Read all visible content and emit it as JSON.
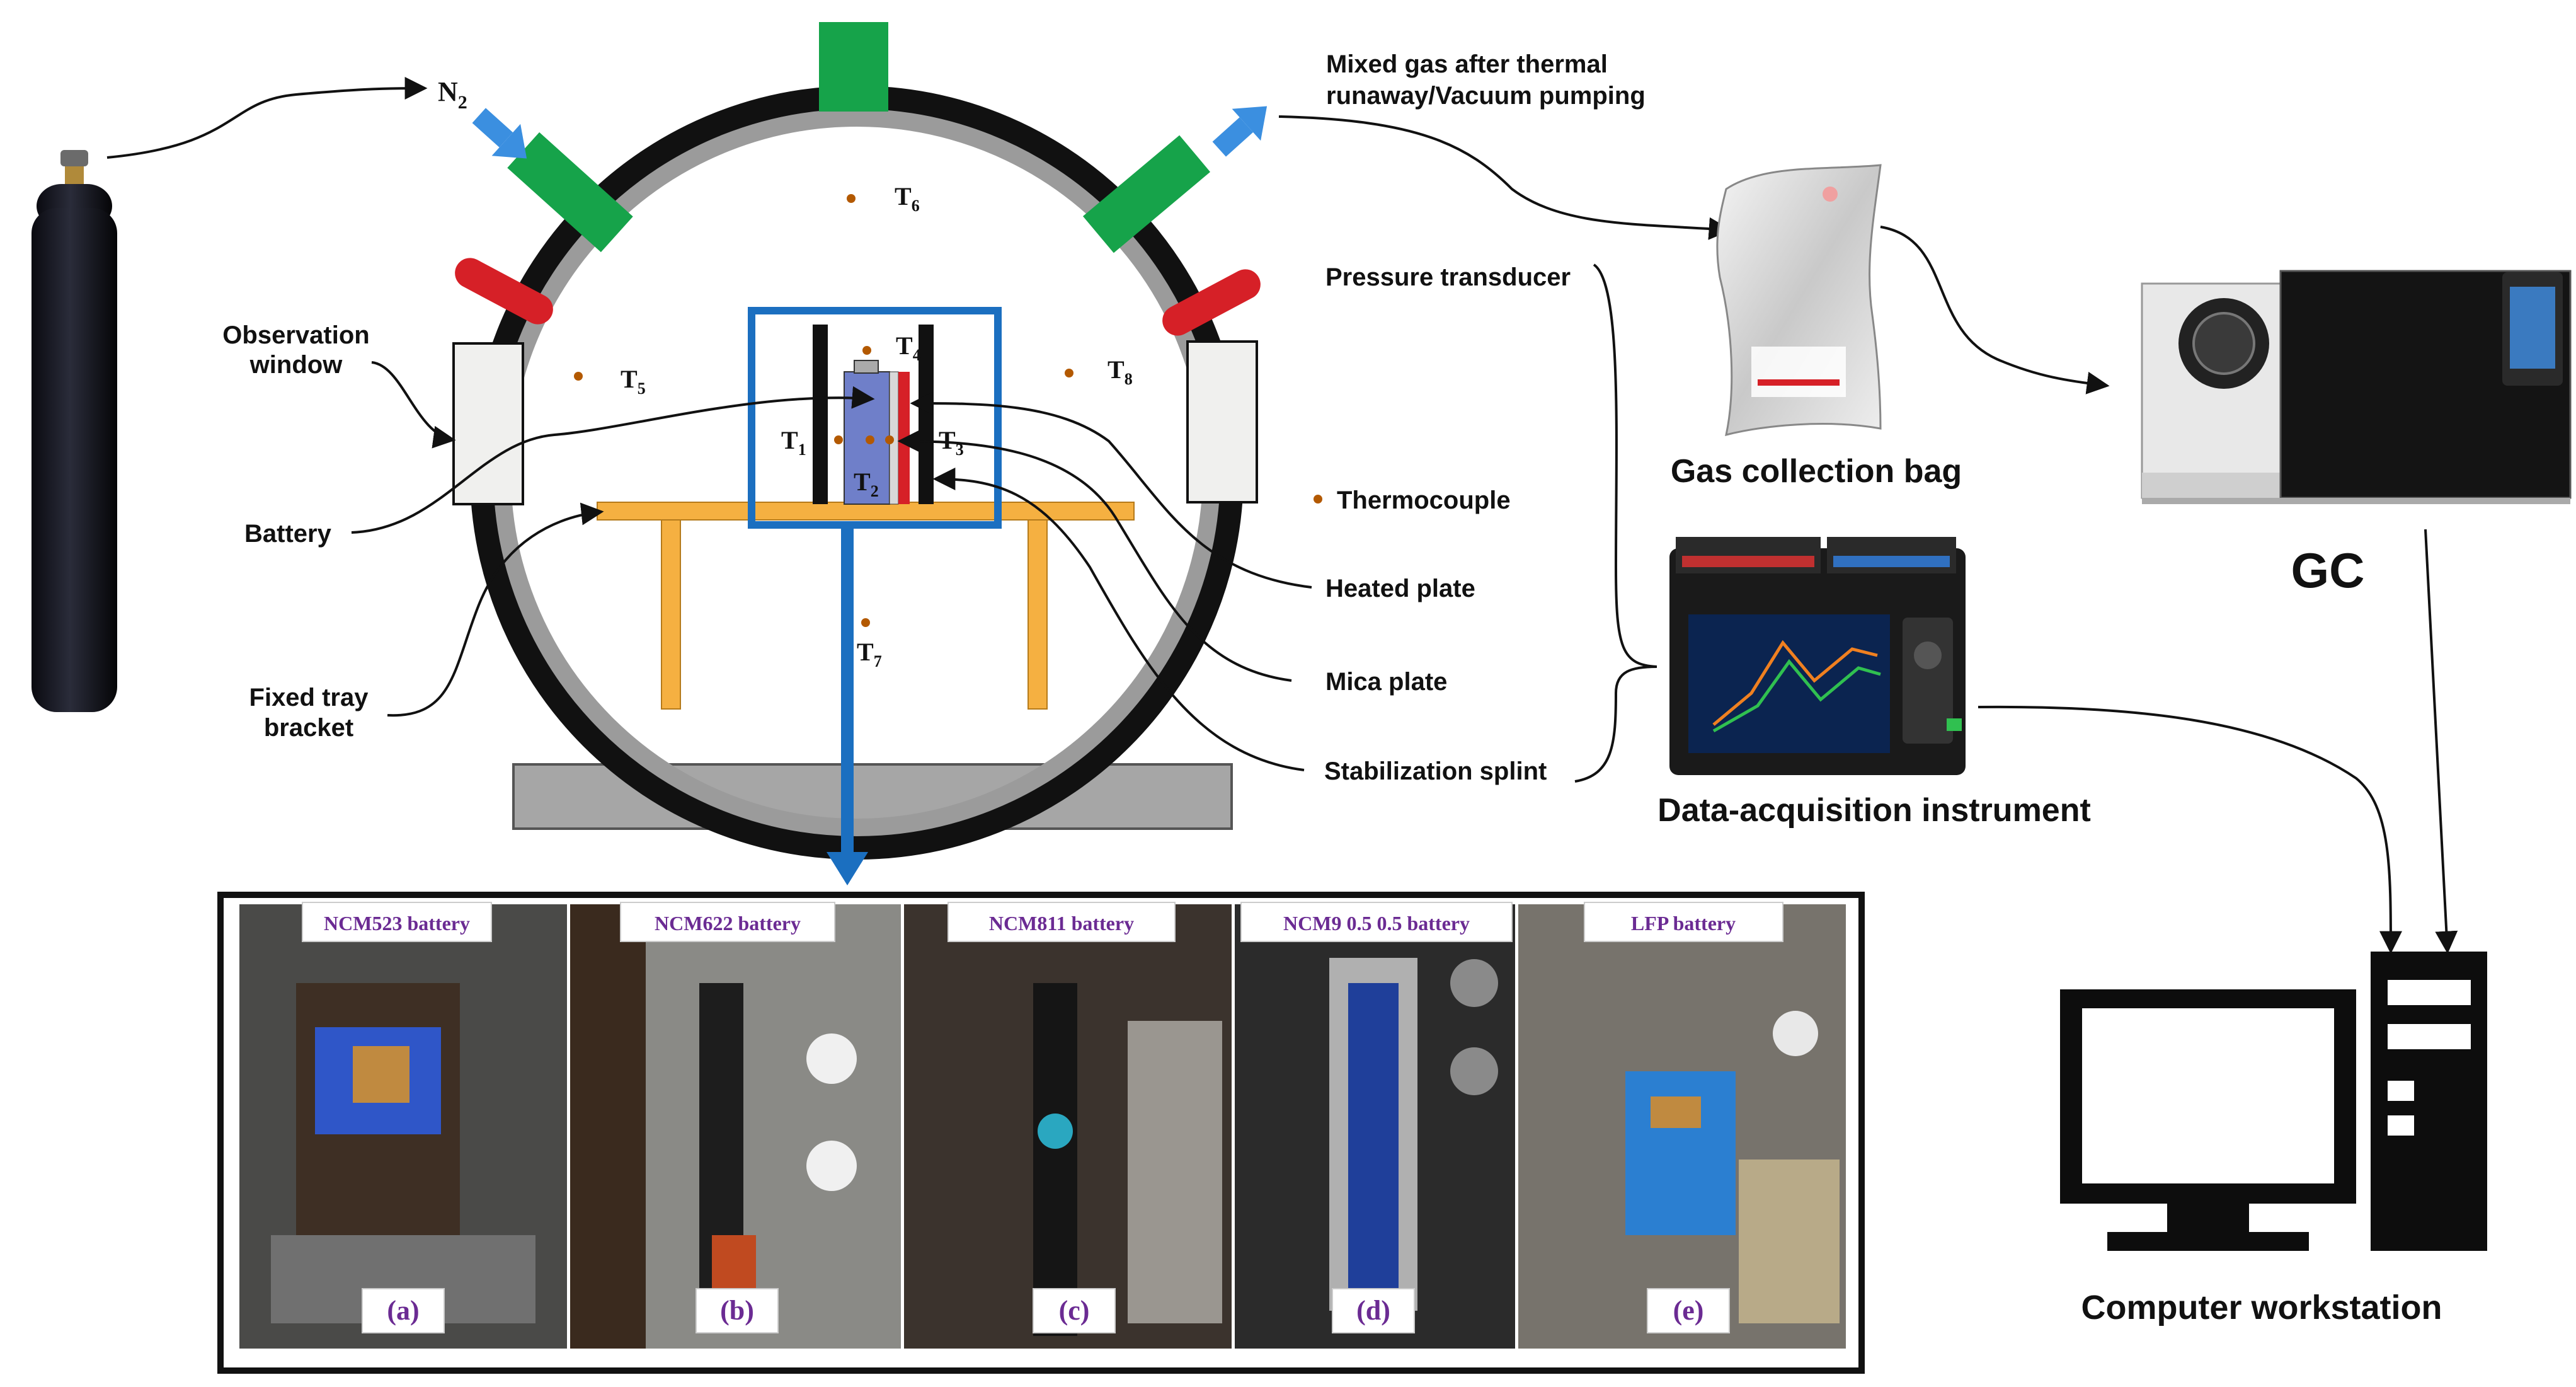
{
  "inlet_gas": {
    "sym": "N",
    "sub": "2"
  },
  "labels": {
    "mixed_gas_line1": "Mixed gas after thermal",
    "mixed_gas_line2": "runaway/Vacuum pumping",
    "pressure_transducer": "Pressure transducer",
    "observation_window_line1": "Observation",
    "observation_window_line2": "window",
    "battery": "Battery",
    "fixed_tray_line1": "Fixed tray",
    "fixed_tray_line2": "bracket",
    "thermocouple": "Thermocouple",
    "heated_plate": "Heated plate",
    "mica_plate": "Mica plate",
    "stabilization_splint": "Stabilization splint",
    "gas_collection_bag": "Gas collection bag",
    "gc": "GC",
    "data_acquisition": "Data-acquisition instrument",
    "computer_workstation": "Computer workstation"
  },
  "thermocouples": [
    {
      "sym": "T",
      "sub": "1"
    },
    {
      "sym": "T",
      "sub": "2"
    },
    {
      "sym": "T",
      "sub": "3"
    },
    {
      "sym": "T",
      "sub": "4"
    },
    {
      "sym": "T",
      "sub": "5"
    },
    {
      "sym": "T",
      "sub": "6"
    },
    {
      "sym": "T",
      "sub": "7"
    },
    {
      "sym": "T",
      "sub": "8"
    }
  ],
  "photos": [
    {
      "title": "NCM523 battery",
      "tag": "(a)"
    },
    {
      "title": "NCM622 battery",
      "tag": "(b)"
    },
    {
      "title": "NCM811 battery",
      "tag": "(c)"
    },
    {
      "title": "NCM9 0.5 0.5 battery",
      "tag": "(d)"
    },
    {
      "title": "LFP battery",
      "tag": "(e)"
    }
  ],
  "colors": {
    "chamber_outer": "#111111",
    "chamber_inner": "#9b9b9b",
    "valve_green": "#16a34a",
    "seal_red": "#d62027",
    "tray": "#f5b041",
    "highlight_blue": "#1b6fc0",
    "arrow_blue": "#3b8fe0",
    "thermocouple_dot": "#b35900"
  }
}
